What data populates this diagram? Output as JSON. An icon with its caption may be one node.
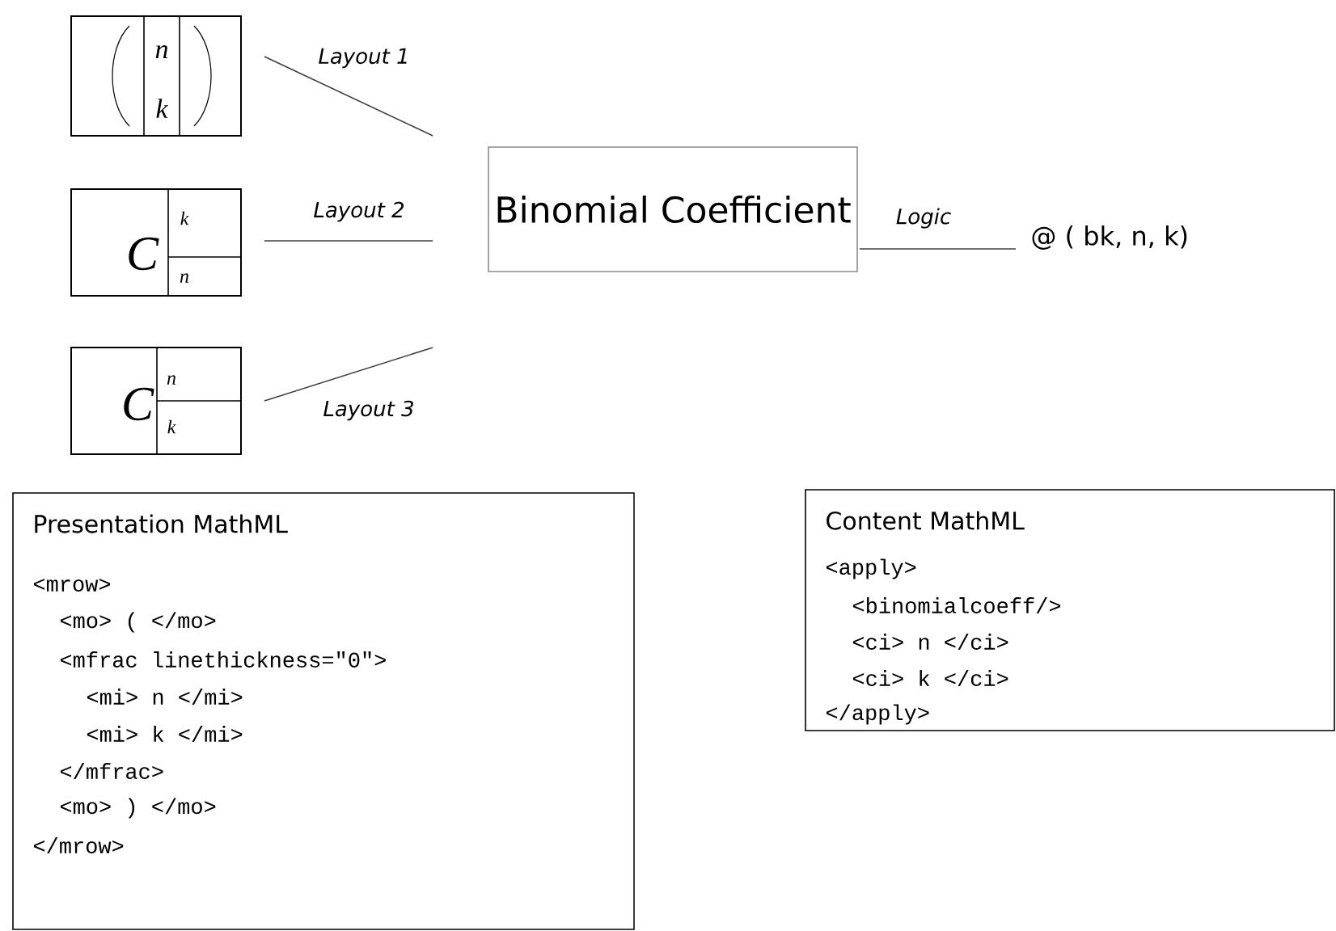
{
  "diagram": {
    "nodes": [
      {
        "text": [
          "n",
          "k"
        ]
      },
      {
        "text": [
          "C",
          "k",
          "n"
        ]
      },
      {
        "text": [
          "C",
          "n",
          "k"
        ]
      },
      {
        "text": [
          "Binomial Coefficient"
        ]
      },
      {
        "text": [
          "@ ( bk, n, k)"
        ]
      },
      {
        "text": [
          "Presentation MathML",
          "<mrow>",
          "<mo> ( </mo>",
          "<mfrac linethickness=\"0\">",
          "<mi> n </mi>",
          "<mi> k </mi>",
          "</mfrac>",
          "<mo> ) </mo>",
          "</mrow>"
        ]
      },
      {
        "text": [
          "Content MathML",
          "<apply>",
          "<binomialcoeff/>",
          "<ci> n </ci>",
          "<ci> k </ci>",
          "</apply>"
        ]
      }
    ],
    "edges": [
      {
        "from": 0,
        "to": 3,
        "arrow": "none",
        "label": "Layout 1"
      },
      {
        "from": 1,
        "to": 3,
        "arrow": "none",
        "label": "Layout 2"
      },
      {
        "from": 2,
        "to": 3,
        "arrow": "none",
        "label": "Layout 3"
      },
      {
        "from": 3,
        "to": 4,
        "arrow": "none",
        "label": "Logic"
      }
    ]
  }
}
